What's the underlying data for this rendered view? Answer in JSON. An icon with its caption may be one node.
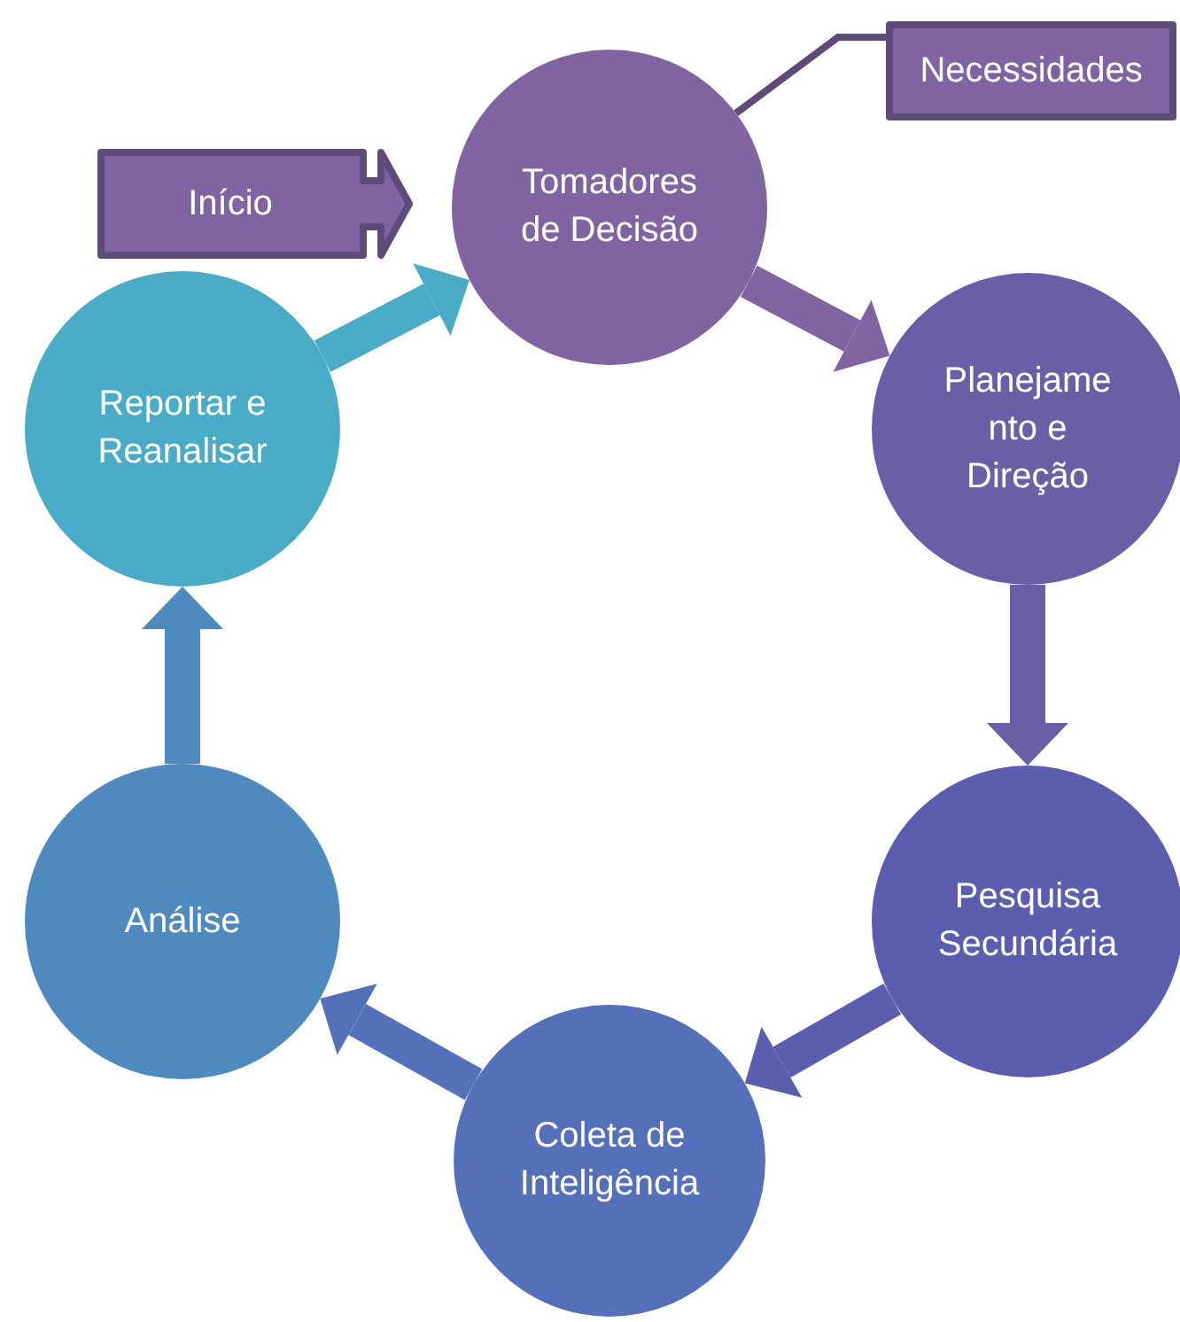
{
  "diagram": {
    "nodes": [
      {
        "text": [
          "Tomadores de Decisão"
        ]
      },
      {
        "text": [
          "Planejamento e Direção"
        ]
      },
      {
        "text": [
          "Pesquisa Secundária"
        ]
      },
      {
        "text": [
          "Coleta de Inteligência"
        ]
      },
      {
        "text": [
          "Análise"
        ]
      },
      {
        "text": [
          "Reportar e Reanalisar"
        ]
      },
      {
        "text": [
          "Início"
        ]
      },
      {
        "text": [
          "Necessidades"
        ]
      }
    ],
    "edges": [
      {
        "from": 0,
        "to": 1,
        "arrow": "to",
        "color": "#8064a2"
      },
      {
        "from": 1,
        "to": 2,
        "arrow": "to",
        "color": "#6a5fa6"
      },
      {
        "from": 2,
        "to": 3,
        "arrow": "to",
        "color": "#5b5eae"
      },
      {
        "from": 3,
        "to": 4,
        "arrow": "to",
        "color": "#5470b8"
      },
      {
        "from": 4,
        "to": 5,
        "arrow": "to",
        "color": "#4f8abf"
      },
      {
        "from": 5,
        "to": 0,
        "arrow": "to",
        "color": "#4aabc6"
      },
      {
        "from": 7,
        "to": 0,
        "arrow": "none",
        "color": "#5f4b7a"
      }
    ]
  }
}
